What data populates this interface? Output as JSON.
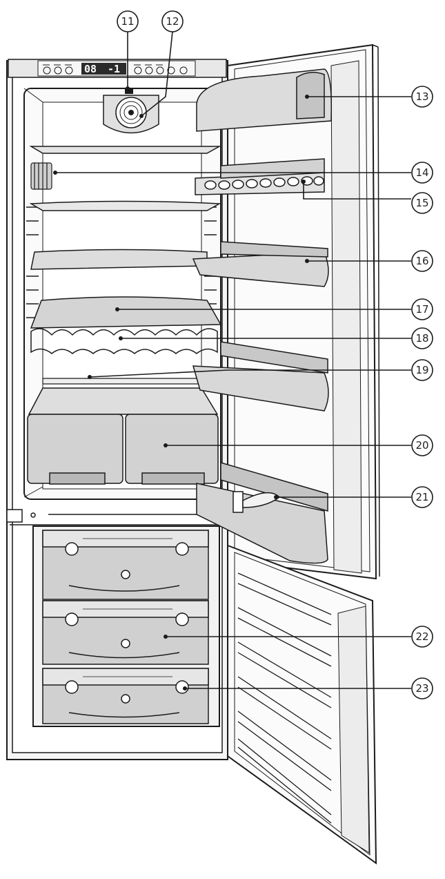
{
  "display": {
    "temperature_left": "08",
    "temperature_right": "-1"
  },
  "callouts": [
    {
      "id": "11",
      "label": "11"
    },
    {
      "id": "12",
      "label": "12"
    },
    {
      "id": "13",
      "label": "13"
    },
    {
      "id": "14",
      "label": "14"
    },
    {
      "id": "15",
      "label": "15"
    },
    {
      "id": "16",
      "label": "16"
    },
    {
      "id": "17",
      "label": "17"
    },
    {
      "id": "18",
      "label": "18"
    },
    {
      "id": "19",
      "label": "19"
    },
    {
      "id": "20",
      "label": "20"
    },
    {
      "id": "21",
      "label": "21"
    },
    {
      "id": "22",
      "label": "22"
    },
    {
      "id": "23",
      "label": "23"
    }
  ],
  "colors": {
    "line": "#1a1a1a",
    "shade": "#d6d6d6",
    "shade_light": "#ececec",
    "shade_dark": "#b8b8b8"
  }
}
